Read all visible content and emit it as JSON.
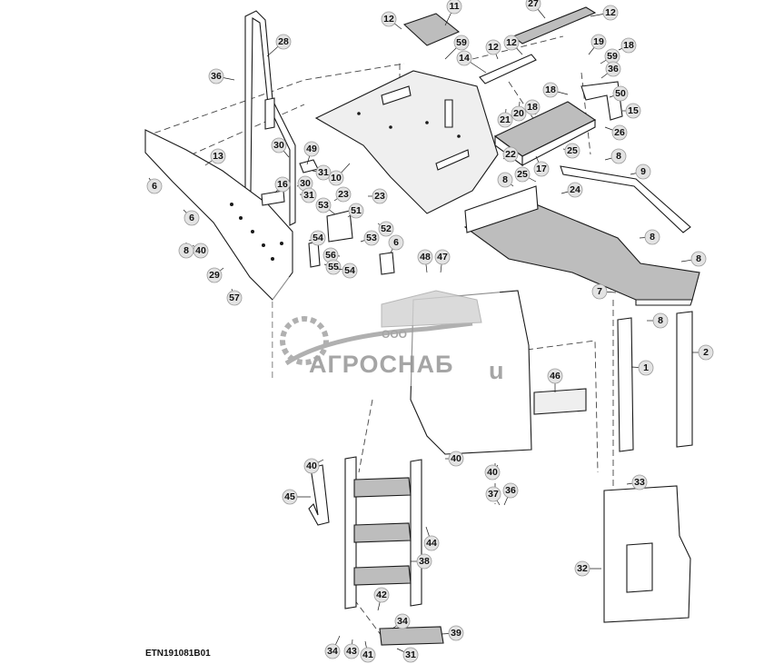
{
  "figure": {
    "code": "ETN191081B01"
  },
  "watermark": {
    "prefix": "ООО",
    "name": "АГРОСНАБ",
    "suffix": "u"
  },
  "callouts": [
    {
      "label": "11"
    },
    {
      "label": "12"
    },
    {
      "label": "27"
    },
    {
      "label": "12"
    },
    {
      "label": "28"
    },
    {
      "label": "59"
    },
    {
      "label": "36"
    },
    {
      "label": "14"
    },
    {
      "label": "12"
    },
    {
      "label": "12"
    },
    {
      "label": "19"
    },
    {
      "label": "18"
    },
    {
      "label": "59"
    },
    {
      "label": "36"
    },
    {
      "label": "18"
    },
    {
      "label": "50"
    },
    {
      "label": "21"
    },
    {
      "label": "20"
    },
    {
      "label": "18"
    },
    {
      "label": "15"
    },
    {
      "label": "26"
    },
    {
      "label": "22"
    },
    {
      "label": "25"
    },
    {
      "label": "17"
    },
    {
      "label": "8"
    },
    {
      "label": "9"
    },
    {
      "label": "13"
    },
    {
      "label": "30"
    },
    {
      "label": "49"
    },
    {
      "label": "31"
    },
    {
      "label": "10"
    },
    {
      "label": "25"
    },
    {
      "label": "8"
    },
    {
      "label": "24"
    },
    {
      "label": "6"
    },
    {
      "label": "16"
    },
    {
      "label": "30"
    },
    {
      "label": "31"
    },
    {
      "label": "6"
    },
    {
      "label": "23"
    },
    {
      "label": "53"
    },
    {
      "label": "51"
    },
    {
      "label": "23"
    },
    {
      "label": "52"
    },
    {
      "label": "8"
    },
    {
      "label": "8"
    },
    {
      "label": "40"
    },
    {
      "label": "54"
    },
    {
      "label": "56"
    },
    {
      "label": "53"
    },
    {
      "label": "6"
    },
    {
      "label": "55"
    },
    {
      "label": "54"
    },
    {
      "label": "48"
    },
    {
      "label": "47"
    },
    {
      "label": "29"
    },
    {
      "label": "57"
    },
    {
      "label": "7"
    },
    {
      "label": "8"
    },
    {
      "label": "2"
    },
    {
      "label": "1"
    },
    {
      "label": "46"
    },
    {
      "label": "40"
    },
    {
      "label": "40"
    },
    {
      "label": "40"
    },
    {
      "label": "45"
    },
    {
      "label": "33"
    },
    {
      "label": "37"
    },
    {
      "label": "36"
    },
    {
      "label": "44"
    },
    {
      "label": "32"
    },
    {
      "label": "38"
    },
    {
      "label": "42"
    },
    {
      "label": "34"
    },
    {
      "label": "39"
    },
    {
      "label": "34"
    },
    {
      "label": "43"
    },
    {
      "label": "41"
    },
    {
      "label": "31"
    },
    {
      "label": "8"
    }
  ]
}
